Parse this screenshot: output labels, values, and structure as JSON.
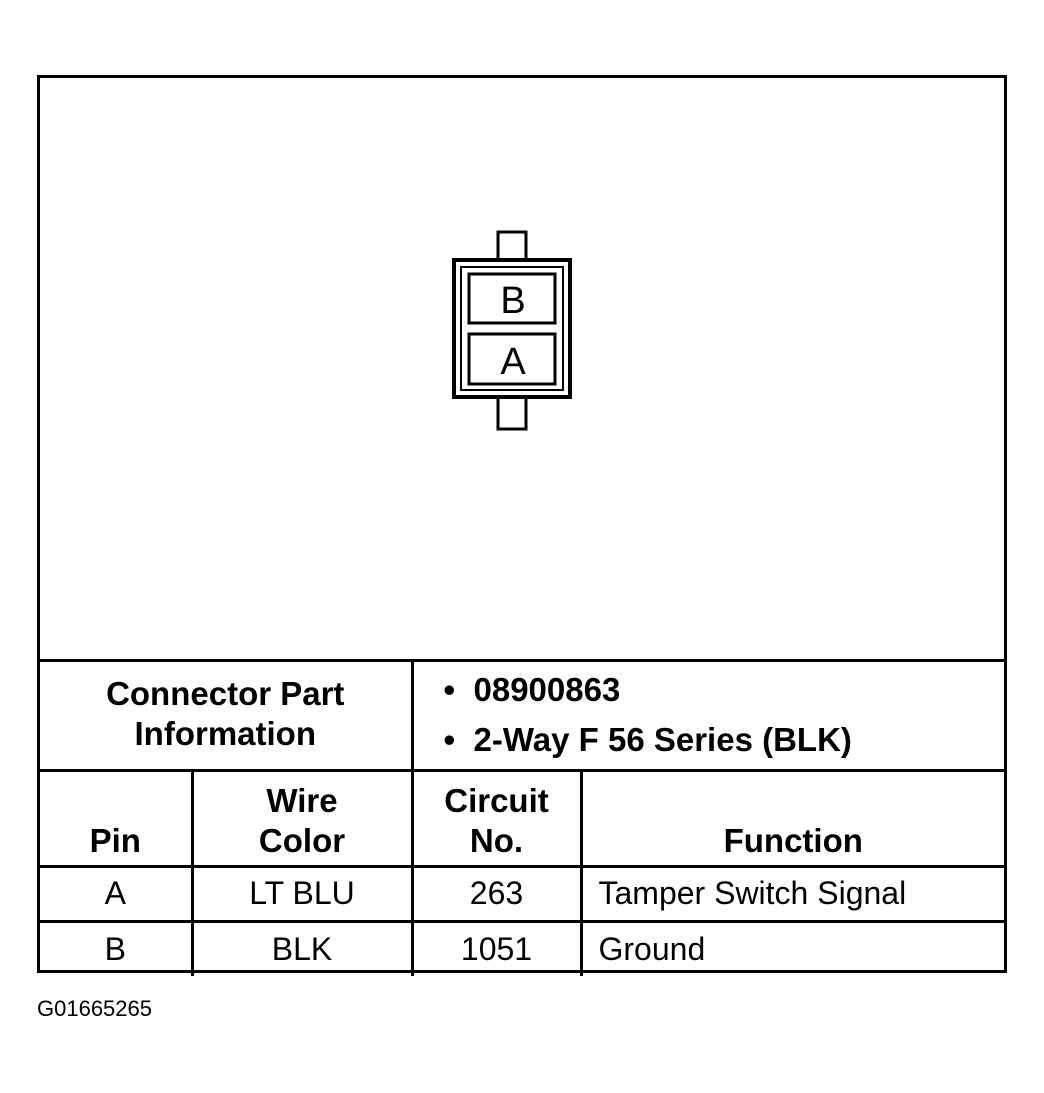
{
  "connector": {
    "pins": [
      {
        "label": "B"
      },
      {
        "label": "A"
      }
    ]
  },
  "part_info": {
    "label_line1": "Connector Part",
    "label_line2": "Information",
    "items": [
      "08900863",
      "2-Way F 56 Series (BLK)"
    ]
  },
  "table": {
    "headers": {
      "pin": "Pin",
      "wire_line1": "Wire",
      "wire_line2": "Color",
      "circuit_line1": "Circuit",
      "circuit_line2": "No.",
      "function": "Function"
    },
    "rows": [
      {
        "pin": "A",
        "wire": "LT BLU",
        "circuit": "263",
        "function": "Tamper Switch Signal"
      },
      {
        "pin": "B",
        "wire": "BLK",
        "circuit": "1051",
        "function": "Ground"
      }
    ]
  },
  "figure_id": "G01665265"
}
